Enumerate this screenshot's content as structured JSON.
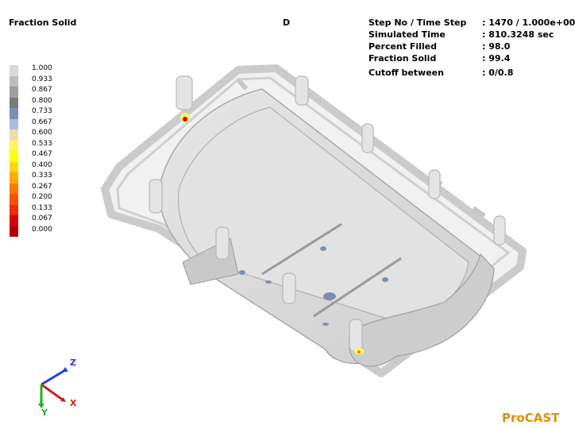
{
  "header": {
    "title": "Fraction Solid",
    "view_label": "D"
  },
  "stats": [
    {
      "label": "Step No / Time Step",
      "value": ": 1470 / 1.000e+00"
    },
    {
      "label": "Simulated Time",
      "value": ": 810.3248 sec"
    },
    {
      "label": "Percent Filled",
      "value": ": 98.0"
    },
    {
      "label": "Fraction Solid",
      "value": ": 99.4"
    },
    {
      "label": "Cutoff between",
      "value": ": 0/0.8"
    }
  ],
  "legend": [
    {
      "label": "1.000",
      "color": "#d9d9d9"
    },
    {
      "label": "0.933",
      "color": "#bdbdbd"
    },
    {
      "label": "0.867",
      "color": "#9e9e9e"
    },
    {
      "label": "0.800",
      "color": "#7a7a7a"
    },
    {
      "label": "0.733",
      "color": "#7c8fb3"
    },
    {
      "label": "0.667",
      "color": "#a9bde0"
    },
    {
      "label": "0.600",
      "color": "#e8e0a8"
    },
    {
      "label": "0.533",
      "color": "#fff75a"
    },
    {
      "label": "0.467",
      "color": "#ffff00"
    },
    {
      "label": "0.400",
      "color": "#ffd800"
    },
    {
      "label": "0.333",
      "color": "#ffaa00"
    },
    {
      "label": "0.267",
      "color": "#ff7800"
    },
    {
      "label": "0.200",
      "color": "#ff5000"
    },
    {
      "label": "0.133",
      "color": "#f22800"
    },
    {
      "label": "0.067",
      "color": "#d40000"
    },
    {
      "label": "0.000",
      "color": "#b00000"
    }
  ],
  "axes": {
    "z": "Z",
    "x": "X",
    "y": "Y"
  },
  "brand": "ProCAST"
}
